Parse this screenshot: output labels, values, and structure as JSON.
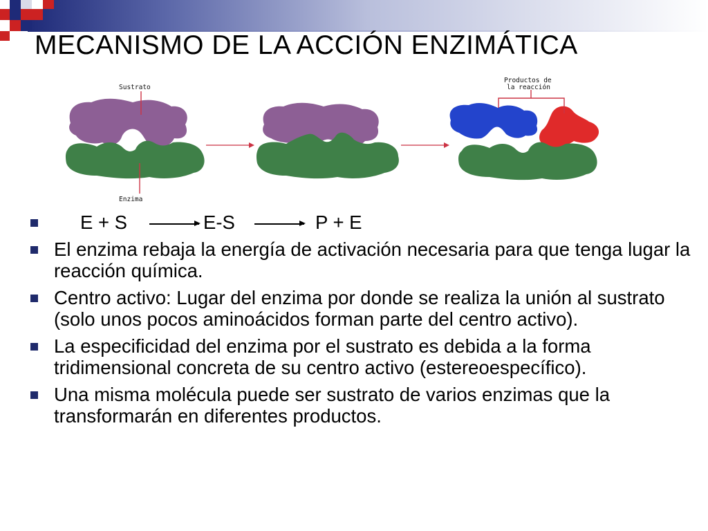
{
  "slide": {
    "title": "MECANISMO DE LA ACCIÓN ENZIMÁTICA",
    "accent_colors": {
      "navy": "#1e2a78",
      "red": "#cc2222",
      "bullet": "#1f2a6b"
    }
  },
  "diagram": {
    "label_substrate": "Sustrato",
    "label_enzyme": "Enzima",
    "label_products_line1": "Productos de",
    "label_products_line2": "la reacción",
    "colors": {
      "substrate": "#8d5f95",
      "enzyme": "#3f8048",
      "product_blue": "#2344cc",
      "product_red": "#e02a2a",
      "pointer": "#cc3344"
    }
  },
  "equation": {
    "reactants": "E + S",
    "complex": "E-S",
    "products": "P + E"
  },
  "bullets": [
    "El enzima rebaja la energía de activación necesaria para que tenga lugar la reacción química.",
    "Centro activo: Lugar del enzima por donde se realiza la unión al sustrato (solo unos pocos aminoácidos forman parte del centro activo).",
    "La especificidad del enzima por el sustrato es debida a la forma tridimensional concreta de su centro activo (estereoespecífico).",
    "Una misma molécula puede ser sustrato de varios enzimas que la transformarán en diferentes productos."
  ]
}
